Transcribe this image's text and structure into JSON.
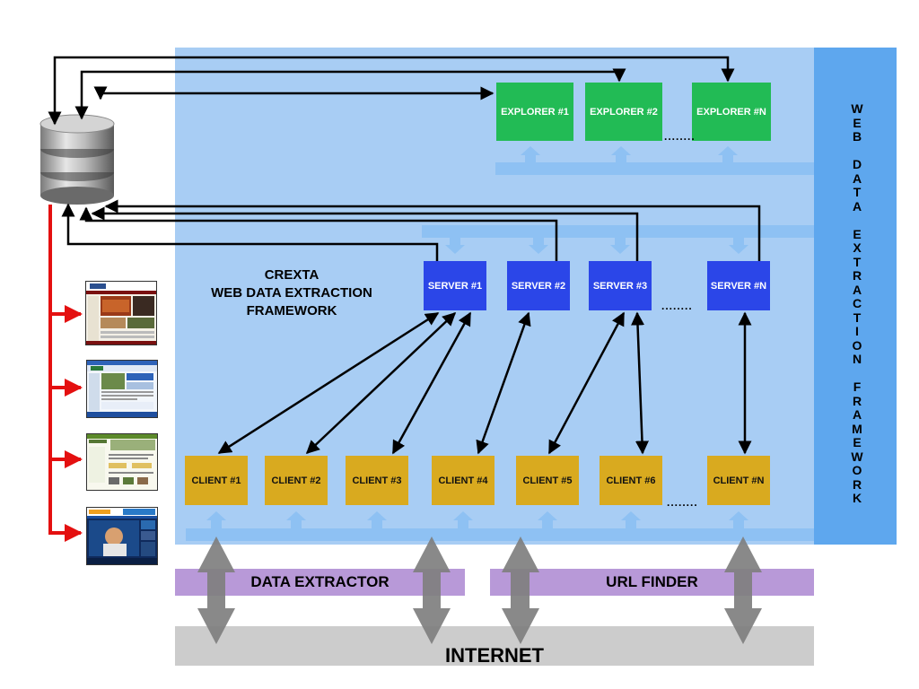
{
  "title": {
    "line1": "CREXTA",
    "line2": "WEB DATA EXTRACTION",
    "line3": "FRAMEWORK"
  },
  "side_label": [
    "W",
    "E",
    "B",
    "",
    "D",
    "A",
    "T",
    "A",
    "",
    "E",
    "X",
    "T",
    "R",
    "A",
    "C",
    "T",
    "I",
    "O",
    "N",
    "",
    "F",
    "R",
    "A",
    "M",
    "E",
    "W",
    "O",
    "R",
    "K"
  ],
  "explorers": [
    "EXPLORER #1",
    "EXPLORER #2",
    "EXPLORER #N"
  ],
  "servers": [
    "SERVER #1",
    "SERVER #2",
    "SERVER #3",
    "SERVER #N"
  ],
  "clients": [
    "CLIENT #1",
    "CLIENT #2",
    "CLIENT #3",
    "CLIENT #4",
    "CLIENT #5",
    "CLIENT #6",
    "CLIENT #N"
  ],
  "ellipsis": "........",
  "bars": {
    "data_extractor": "DATA EXTRACTOR",
    "url_finder": "URL FINDER",
    "internet": "INTERNET"
  },
  "colors": {
    "panel": "#a8cdf4",
    "side_band": "#5ea7ee",
    "explorer": "#22bb55",
    "server": "#2b46e8",
    "client": "#d9aa1f",
    "purple_bar": "#b899d8",
    "internet_bar": "#cccccc",
    "store_line": "#e41010"
  }
}
